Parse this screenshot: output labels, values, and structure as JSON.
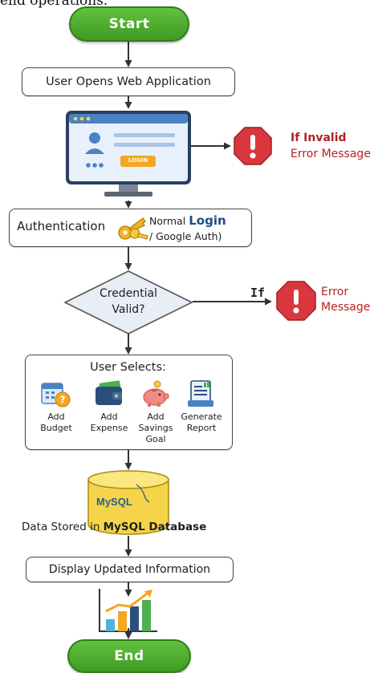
{
  "header_fragment": "end operations.",
  "start": {
    "label": "Start"
  },
  "step_open": {
    "label": "User Opens Web Application"
  },
  "login_screen": {
    "button_label": "LOGIN"
  },
  "invalid_error": {
    "title": "If Invalid",
    "subtitle": "Error Message"
  },
  "authentication": {
    "label": "Authentication",
    "method_prefix": "Normal",
    "method_strong": "Login",
    "method_alt": "/ Google Auth)"
  },
  "decision": {
    "line1": "Credential",
    "line2": "Valid?",
    "branch_label": "If"
  },
  "decision_error": {
    "line1": "Error",
    "line2": "Message"
  },
  "selection": {
    "title": "User Selects:",
    "options": [
      {
        "label": "Add\nBudget",
        "icon": "calendar-budget-icon"
      },
      {
        "label": "Add\nExpense",
        "icon": "wallet-icon"
      },
      {
        "label": "Add\nSavings\nGoal",
        "icon": "piggy-bank-icon"
      },
      {
        "label": "Generate\nReport",
        "icon": "report-icon"
      }
    ]
  },
  "database": {
    "logo_text": "MySQL",
    "caption_prefix": "Data Stored in",
    "caption_strong": "MySQL Database"
  },
  "step_display": {
    "label": "Display Updated Information"
  },
  "end": {
    "label": "End"
  },
  "colors": {
    "start_end_green": "#4caf2c",
    "error_red": "#d9363e",
    "database_yellow": "#f5d44a",
    "diagram_blue": "#1f4a85"
  }
}
